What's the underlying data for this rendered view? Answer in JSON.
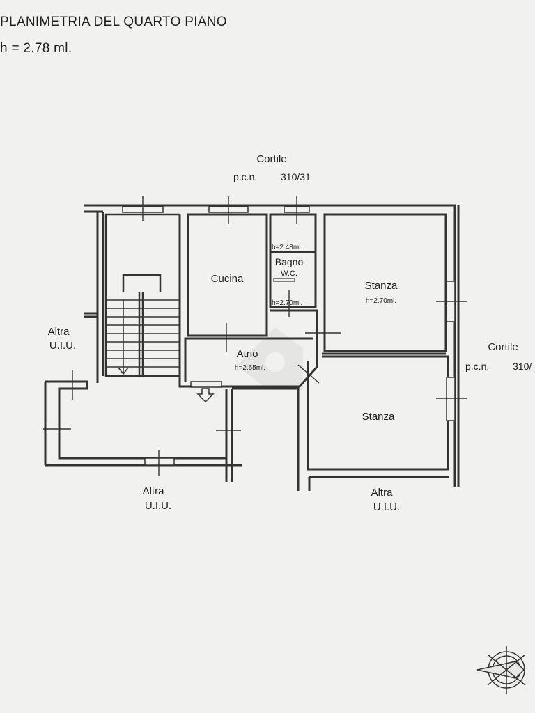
{
  "header": {
    "title": "PLANIMETRIA DEL QUARTO PIANO",
    "height": "h = 2.78 ml."
  },
  "labels": {
    "cortile_top": "Cortile",
    "pcn_top": "p.c.n.",
    "pcn_top_num": "310/31",
    "cortile_right": "Cortile",
    "pcn_right": "p.c.n.",
    "pcn_right_num": "310/",
    "altra_left_1": "Altra",
    "altra_left_2": "U.I.U.",
    "altra_bottom_1": "Altra",
    "altra_bottom_2": "U.I.U.",
    "altra_br_1": "Altra",
    "altra_br_2": "U.I.U."
  },
  "rooms": {
    "cucina": "Cucina",
    "bagno": "Bagno",
    "wc": "W.C.",
    "bagno_h_top": "h=2.48ml.",
    "bagno_h_bottom": "h=2.70ml.",
    "stanza1": "Stanza",
    "stanza1_h": "h=2.70ml.",
    "atrio": "Atrio",
    "atrio_h": "h=2.65ml.",
    "stanza2": "Stanza"
  },
  "colors": {
    "paper": "#f1f1ef",
    "ink": "#1e1e1e",
    "watermark": "#d9d9d9"
  }
}
